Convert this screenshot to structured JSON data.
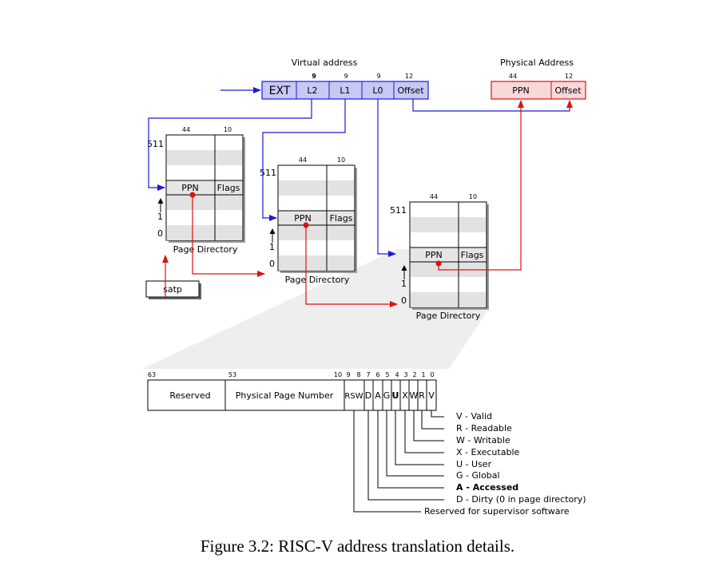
{
  "virtual_address": {
    "title": "Virtual address",
    "fields": [
      {
        "label": "EXT",
        "bits": ""
      },
      {
        "label": "L2",
        "bits": "9"
      },
      {
        "label": "L1",
        "bits": "9"
      },
      {
        "label": "L0",
        "bits": "9"
      },
      {
        "label": "Offset",
        "bits": "12"
      }
    ]
  },
  "physical_address": {
    "title": "Physical Address",
    "fields": [
      {
        "label": "PPN",
        "bits": "44"
      },
      {
        "label": "Offset",
        "bits": "12"
      }
    ]
  },
  "page_directory": {
    "label": "Page Directory",
    "col_bits": [
      "44",
      "10"
    ],
    "row_511": "511",
    "row_1": "1",
    "row_0": "0",
    "entry_ppn": "PPN",
    "entry_flags": "Flags"
  },
  "satp": "satp",
  "pte": {
    "bit_markers": [
      "63",
      "53",
      "10",
      "9",
      "8",
      "7",
      "6",
      "5",
      "4",
      "3",
      "2",
      "1",
      "0"
    ],
    "fields": [
      "Reserved",
      "Physical Page Number",
      "RSW",
      "D",
      "A",
      "G",
      "U",
      "X",
      "W",
      "R",
      "V"
    ],
    "flag_descriptions": [
      "V - Valid",
      "R  - Readable",
      "W - Writable",
      "X  - Executable",
      "U - User",
      "G - Global",
      "A - Accessed",
      "D - Dirty (0 in page directory)",
      "Reserved for supervisor software"
    ]
  },
  "colors": {
    "blue_arrow": "#1a1adb",
    "red_arrow": "#dd1111",
    "virtual_fill": "#c8c8f4",
    "physical_fill": "#f8d8d8",
    "stripe": "#e2e2e2"
  },
  "caption": "Figure 3.2: RISC-V address translation details."
}
